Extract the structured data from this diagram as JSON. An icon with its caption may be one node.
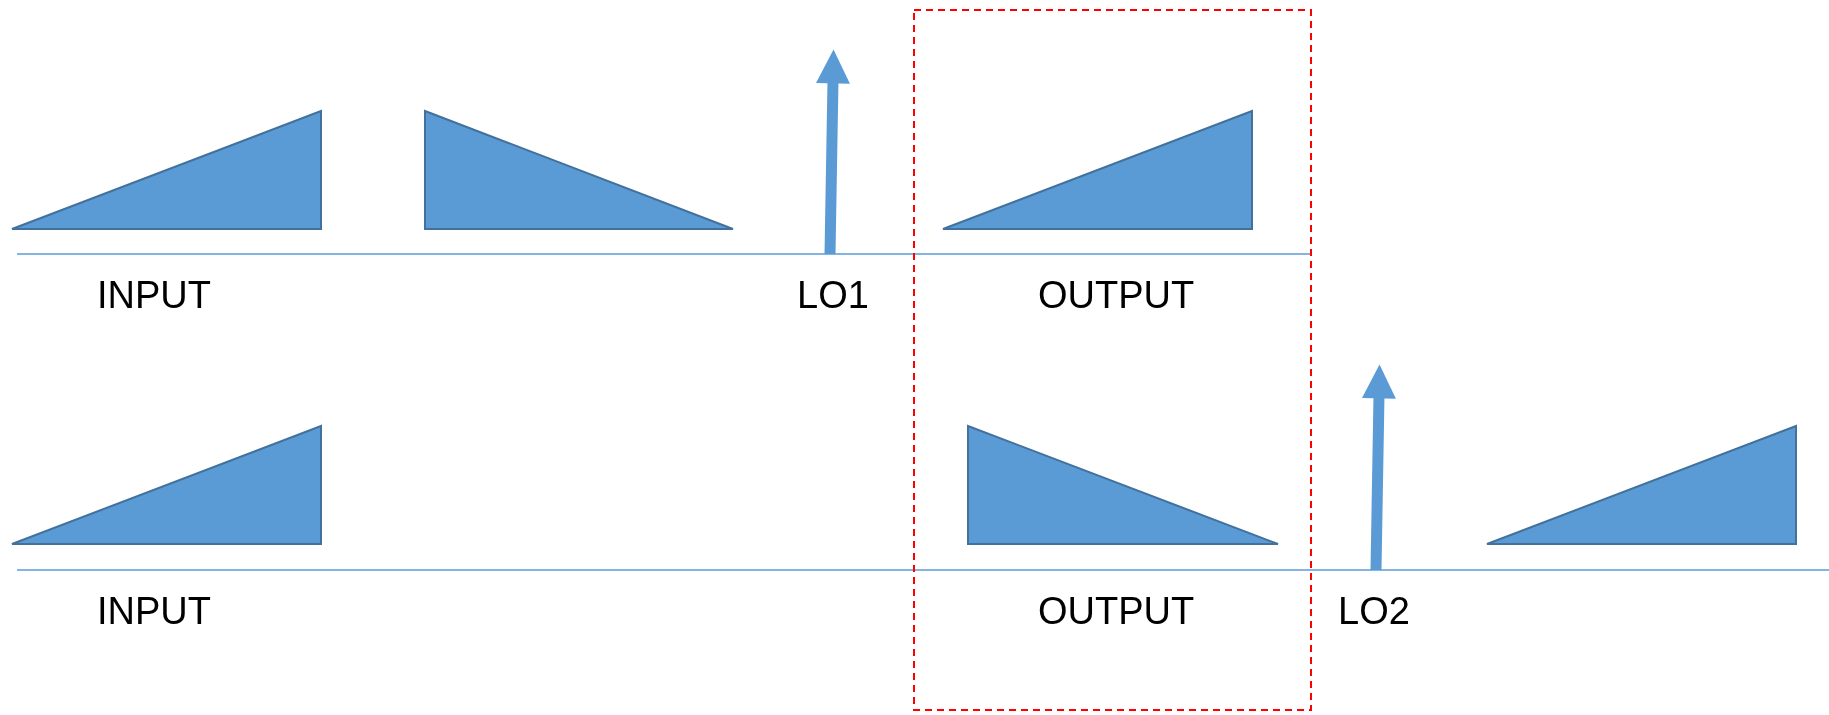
{
  "diagram": {
    "nodes": [
      {
        "text": [],
        "shape": "triangle"
      },
      {
        "text": [],
        "shape": "triangle"
      },
      {
        "text": [],
        "shape": "triangle"
      },
      {
        "text": [],
        "shape": "triangle"
      },
      {
        "text": [],
        "shape": "triangle"
      },
      {
        "text": [],
        "shape": "triangle"
      }
    ],
    "labels": [
      "INPUT",
      "LO1",
      "OUTPUT",
      "INPUT",
      "OUTPUT",
      "LO2"
    ]
  }
}
